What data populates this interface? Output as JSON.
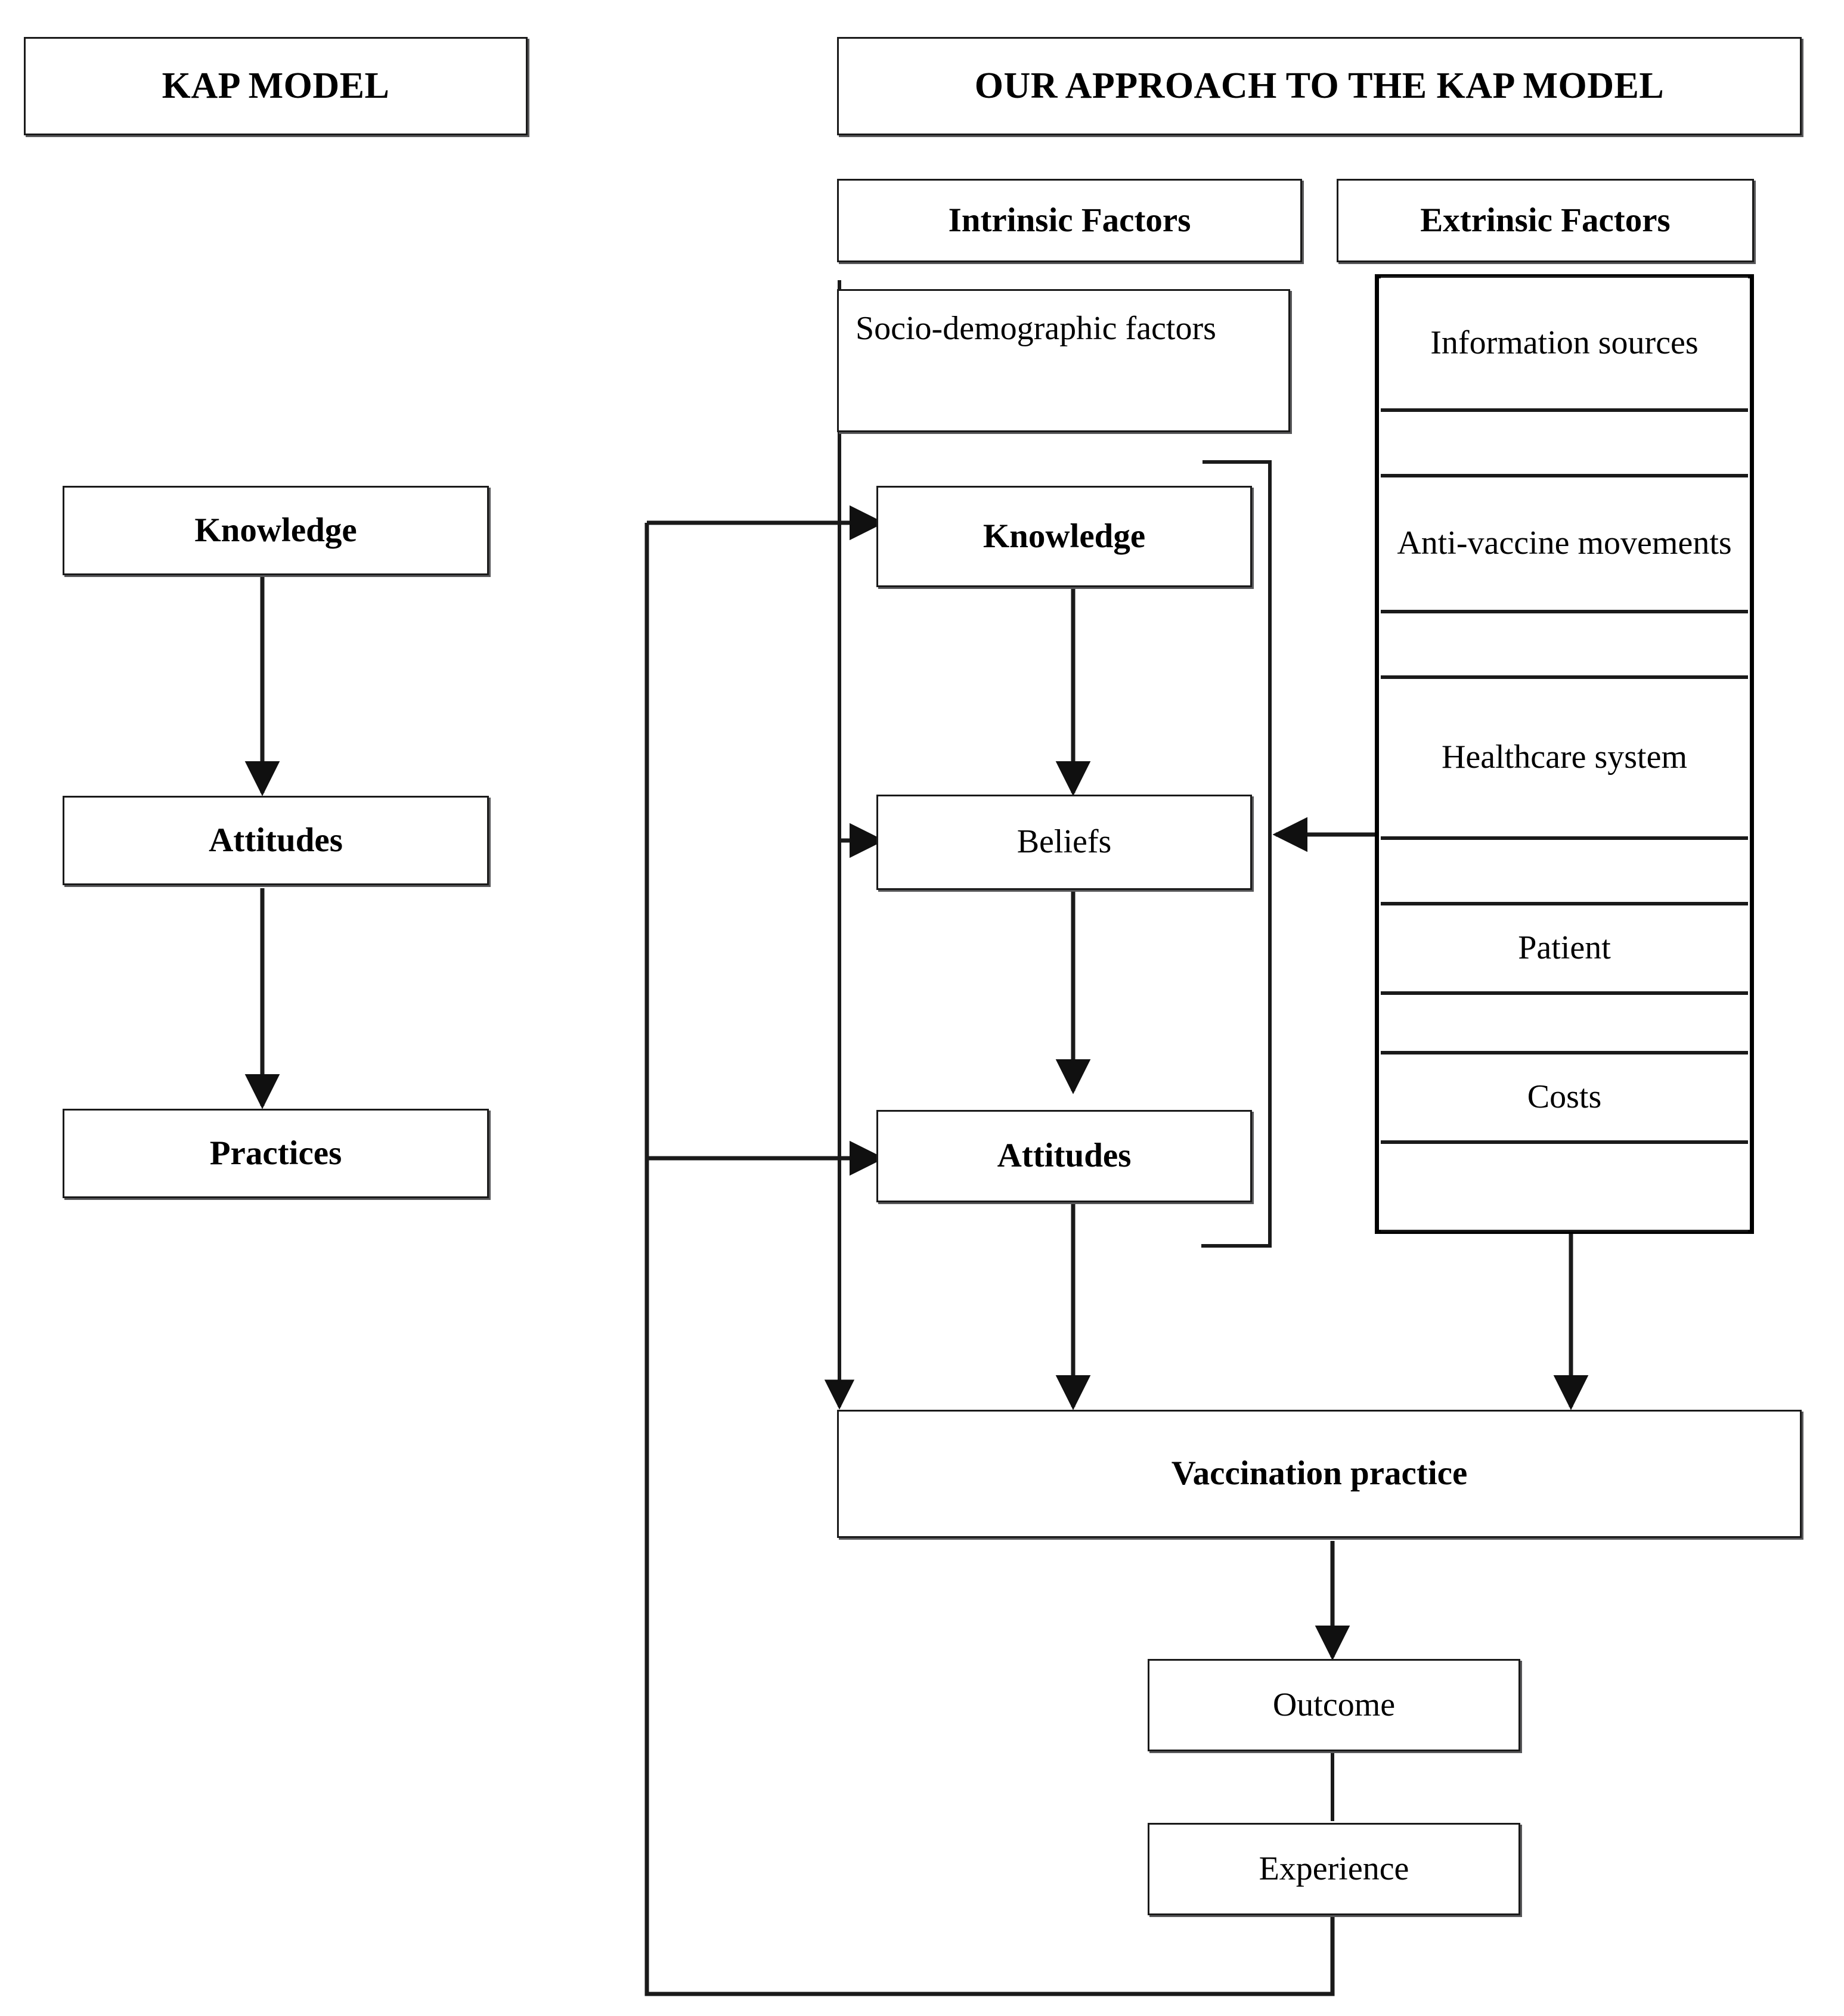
{
  "diagram": {
    "left_panel": {
      "header": "KAP MODEL",
      "nodes": [
        {
          "label": "Knowledge"
        },
        {
          "label": "Attitudes"
        },
        {
          "label": "Practices"
        }
      ]
    },
    "right_panel": {
      "header": "OUR APPROACH TO THE KAP MODEL",
      "intrinsic": {
        "header": "Intrinsic Factors",
        "socio_box": "Socio-demographic factors",
        "nodes": [
          {
            "label": "Knowledge"
          },
          {
            "label": "Beliefs"
          },
          {
            "label": "Attitudes"
          }
        ]
      },
      "extrinsic": {
        "header": "Extrinsic Factors",
        "items": [
          {
            "label": "Information sources"
          },
          {
            "label": "Anti-vaccine movements"
          },
          {
            "label": "Healthcare system"
          },
          {
            "label": "Patient"
          },
          {
            "label": "Costs"
          }
        ]
      },
      "outcome_chain": [
        {
          "label": "Vaccination practice"
        },
        {
          "label": "Outcome"
        },
        {
          "label": "Experience"
        }
      ]
    },
    "colors": {
      "line": "#1a1a1a",
      "shadow": "#58585a",
      "background": "#ffffff",
      "text": "#000000"
    }
  }
}
